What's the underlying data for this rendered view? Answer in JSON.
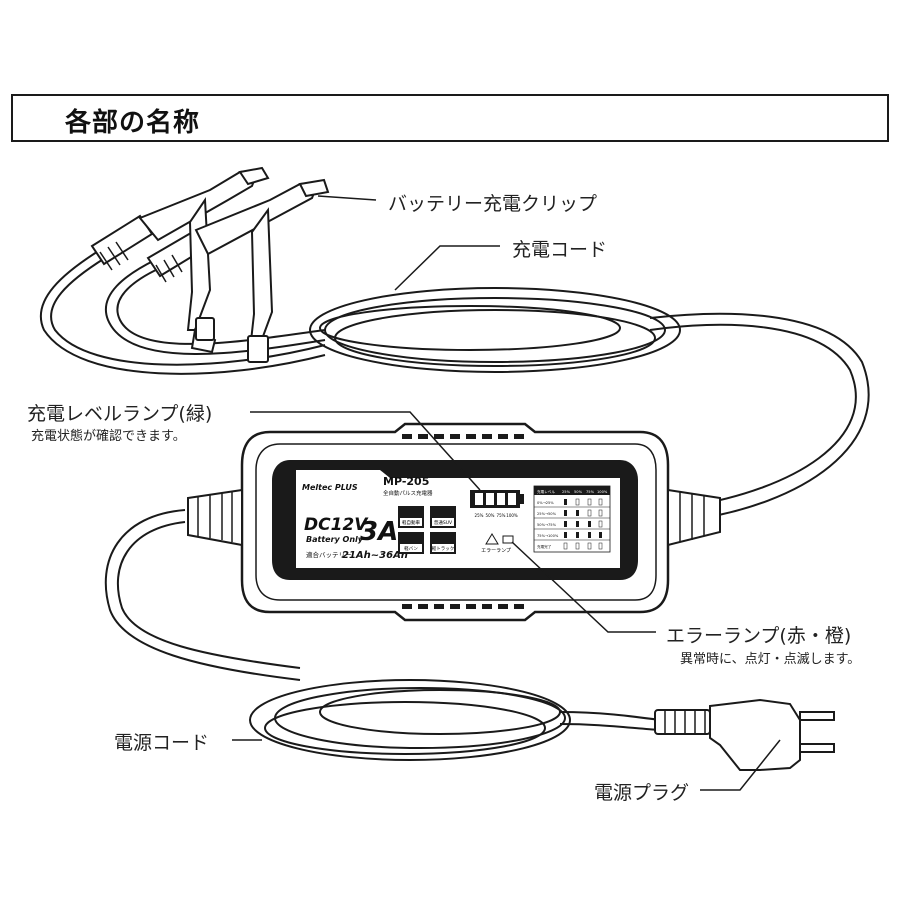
{
  "header": {
    "title": "各部の名称"
  },
  "labels": {
    "clip": "バッテリー充電クリップ",
    "charge_cord": "充電コード",
    "level_lamp": "充電レベルランプ(緑)",
    "level_lamp_note": "充電状態が確認できます。",
    "error_lamp": "エラーランプ(赤・橙)",
    "error_lamp_note": "異常時に、点灯・点滅します。",
    "power_cord": "電源コード",
    "power_plug": "電源プラグ"
  },
  "device": {
    "brand": "Meltec PLUS",
    "model": "MP-205",
    "model_sub": "全自動パルス充電器",
    "voltage": "DC12V",
    "battery_only": "Battery Only",
    "current": "3A",
    "capacity_label": "適合バッテリー",
    "capacity": "21Ah~36Ah",
    "vehicle_icons": [
      "軽自動車",
      "普通SUV",
      "軽バン",
      "軽トラック"
    ],
    "level_ticks": [
      "25%",
      "50%",
      "75%",
      "100%"
    ],
    "error_label": "エラーランプ",
    "table_header": [
      "充電レベル",
      "25%",
      "50%",
      "75%",
      "100%"
    ],
    "table_rows": [
      "0%→25%",
      "25%→50%",
      "50%→75%",
      "75%→100%",
      "充電完了"
    ]
  }
}
